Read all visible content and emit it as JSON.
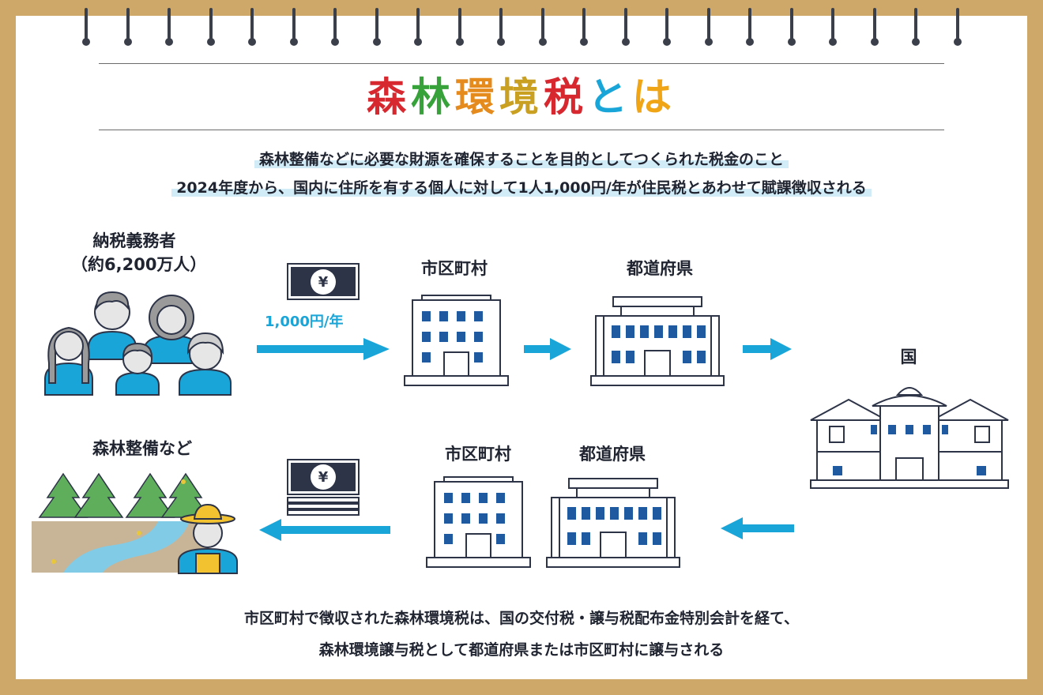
{
  "title": {
    "chars": [
      {
        "t": "森",
        "color": "#d7282f"
      },
      {
        "t": "林",
        "color": "#37a13a"
      },
      {
        "t": "環",
        "color": "#e58a1c"
      },
      {
        "t": "境",
        "color": "#c9a021"
      },
      {
        "t": "税",
        "color": "#d7282f"
      },
      {
        "t": "と",
        "color": "#1aa5d8"
      },
      {
        "t": "は",
        "color": "#f0a517"
      }
    ]
  },
  "subtitle": {
    "line1": "森林整備などに必要な財源を確保することを目的としてつくられた税金のこと",
    "line2": "2024年度から、国内に住所を有する個人に対して1人1,000円/年が住民税とあわせて賦課徴収される"
  },
  "flow": {
    "taxpayers": {
      "name": "納税義務者",
      "count": "（約6,200万人）"
    },
    "rate": "1,000円/年",
    "yen_symbol": "¥",
    "municipality": "市区町村",
    "prefecture": "都道府県",
    "country": "国",
    "forest": "森林整備など"
  },
  "caption": {
    "line1": "市区町村で徴収された森林環境税は、国の交付税・譲与税配布金特別会計を経て、",
    "line2": "森林環境譲与税として都道府県または市区町村に譲与される"
  },
  "colors": {
    "accent": "#1aa5d8",
    "line": "#2e3448",
    "window": "#1f5aa0",
    "paper": "#ffffff",
    "frame": "#cda868",
    "tree": "#5fae5c",
    "ground": "#c8b496"
  },
  "icons": [
    "ring-binder-icon",
    "yen-bill-icon",
    "arrow-right-icon",
    "arrow-left-icon",
    "building-icon",
    "government-building-icon",
    "people-icon",
    "forest-icon",
    "worker-icon"
  ]
}
